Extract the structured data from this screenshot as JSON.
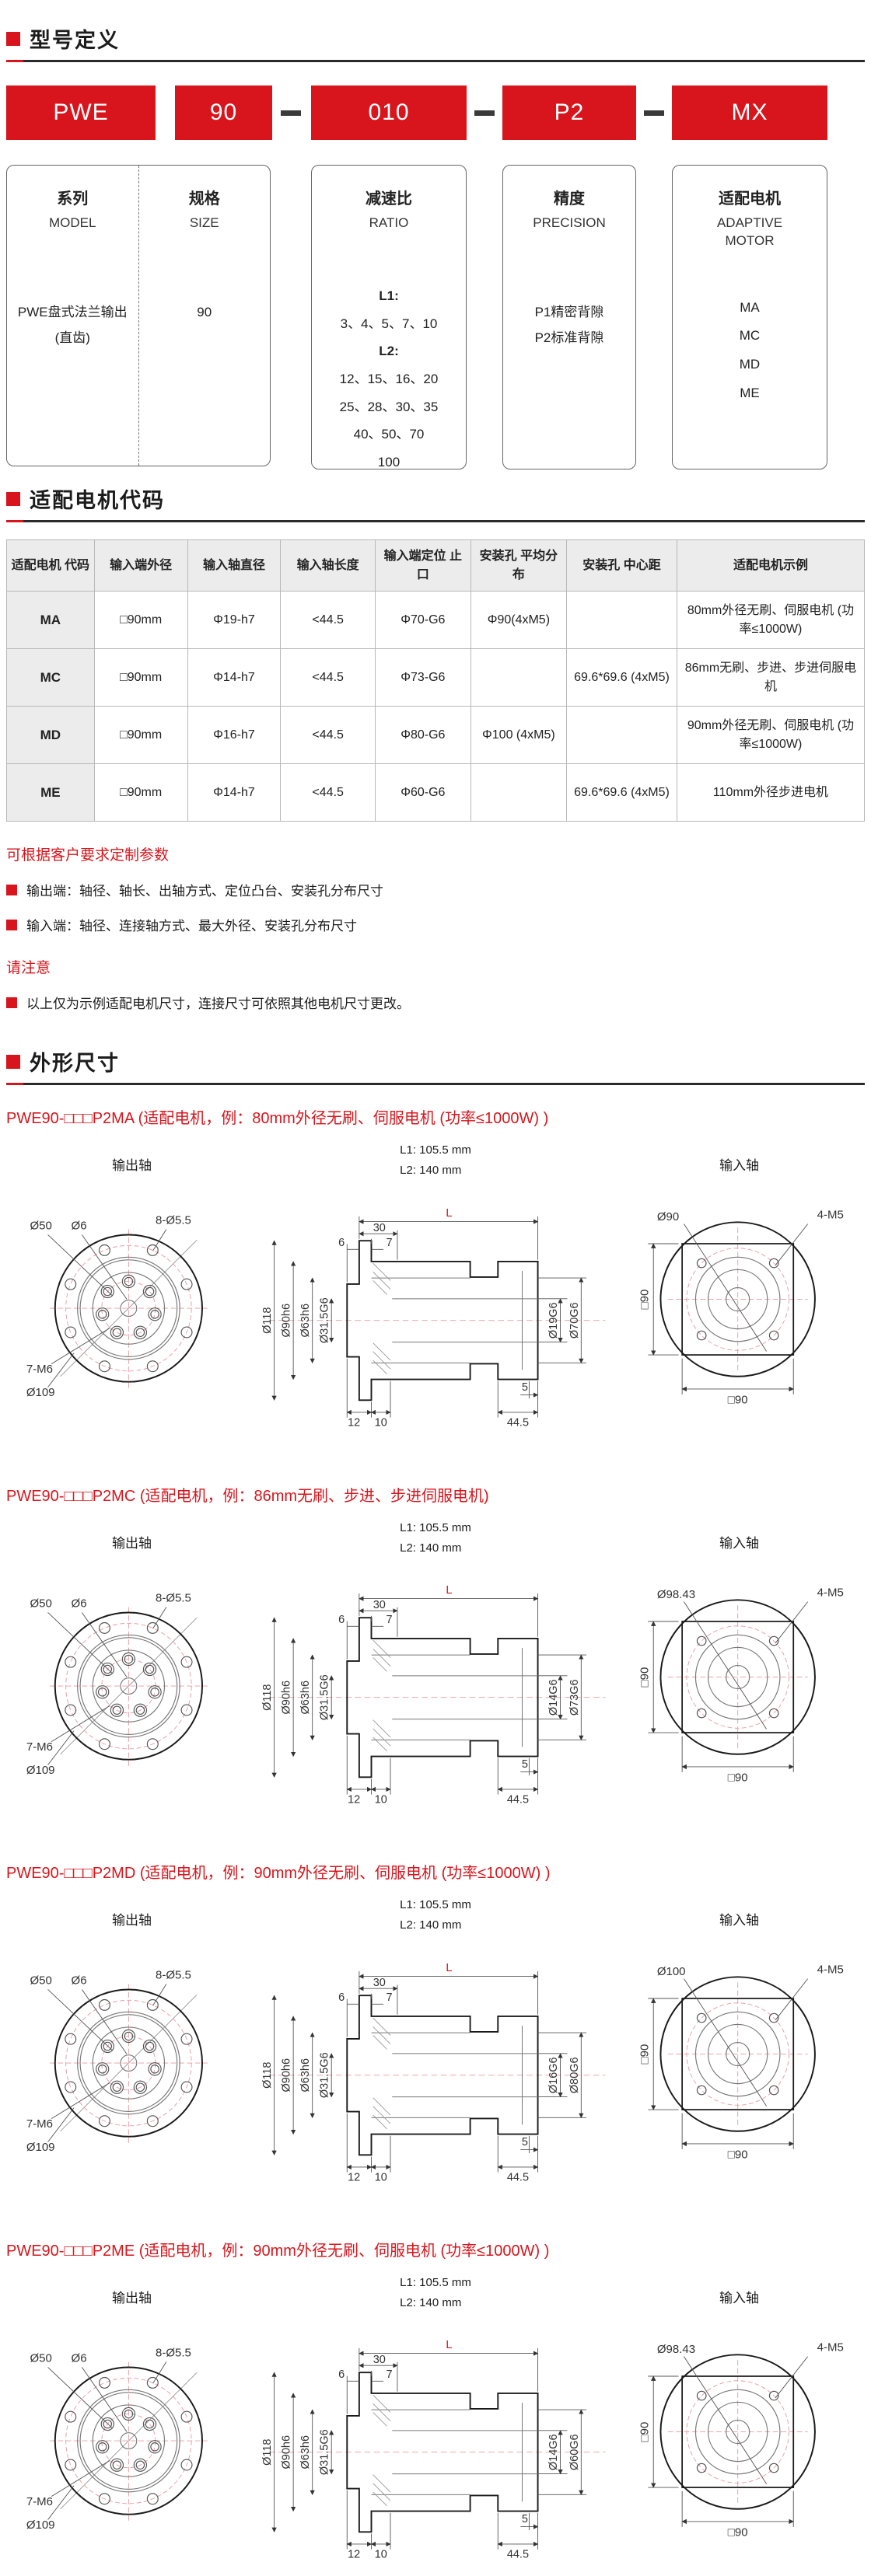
{
  "sections": {
    "model_def": "型号定义",
    "motor_code": "适配电机代码",
    "dimensions": "外形尺寸"
  },
  "model_code": {
    "boxes": [
      "PWE",
      "90",
      "010",
      "P2",
      "MX"
    ],
    "descriptors": [
      {
        "zh": "系列",
        "en": "MODEL",
        "lines": [
          "PWE盘式法兰输出",
          "(直齿)"
        ]
      },
      {
        "zh": "规格",
        "en": "SIZE",
        "lines": [
          "90"
        ]
      },
      {
        "zh": "减速比",
        "en": "RATIO",
        "lines": [
          "L1:",
          "3、4、5、7、10",
          "L2:",
          "12、15、16、20",
          "25、28、30、35",
          "40、50、70",
          "100"
        ]
      },
      {
        "zh": "精度",
        "en": "PRECISION",
        "lines": [
          "P1精密背隙",
          "P2标准背隙"
        ]
      },
      {
        "zh": "适配电机",
        "en": "ADAPTIVE\nMOTOR",
        "lines": [
          "MA",
          "MC",
          "MD",
          "ME"
        ]
      }
    ]
  },
  "motor_table": {
    "headers": [
      "适配电机 代码",
      "输入端外径",
      "输入轴直径",
      "输入轴长度",
      "输入端定位 止口",
      "安装孔 平均分布",
      "安装孔 中心距",
      "适配电机示例"
    ],
    "rows": [
      {
        "code": "MA",
        "od": "□90mm",
        "shaft": "Φ19-h7",
        "len": "<44.5",
        "pilot": "Φ70-G6",
        "dist": "Φ90(4xM5)",
        "center": "",
        "example": "80mm外径无刷、伺服电机 (功率≤1000W)"
      },
      {
        "code": "MC",
        "od": "□90mm",
        "shaft": "Φ14-h7",
        "len": "<44.5",
        "pilot": "Φ73-G6",
        "dist": "",
        "center": "69.6*69.6 (4xM5)",
        "example": "86mm无刷、步进、步进伺服电机"
      },
      {
        "code": "MD",
        "od": "□90mm",
        "shaft": "Φ16-h7",
        "len": "<44.5",
        "pilot": "Φ80-G6",
        "dist": "Φ100 (4xM5)",
        "center": "",
        "example": "90mm外径无刷、伺服电机 (功率≤1000W)"
      },
      {
        "code": "ME",
        "od": "□90mm",
        "shaft": "Φ14-h7",
        "len": "<44.5",
        "pilot": "Φ60-G6",
        "dist": "",
        "center": "69.6*69.6 (4xM5)",
        "example": "110mm外径步进电机"
      }
    ]
  },
  "notes": {
    "custom_title": "可根据客户要求定制参数",
    "items": [
      "输出端：轴径、轴长、出轴方式、定位凸台、安装孔分布尺寸",
      "输入端：轴径、连接轴方式、最大外径、安装孔分布尺寸"
    ],
    "attention_title": "请注意",
    "attention_items": [
      "以上仅为示例适配电机尺寸，连接尺寸可依照其他电机尺寸更改。"
    ]
  },
  "drawings": [
    {
      "title": "PWE90-□□□P2MA (适配电机，例：80mm外径无刷、伺服电机 (功率≤1000W) )",
      "l1": "L1: 105.5 mm",
      "l2": "L2: 140 mm",
      "l_label": "L",
      "output": {
        "label": "输出轴",
        "dia_bolt_circle": "Ø50",
        "dia_center": "Ø6",
        "holes_outer": "8-Ø5.5",
        "holes_inner": "7-M6",
        "dia_outer": "Ø109"
      },
      "section": {
        "dim_top": "30",
        "dim_6": "6",
        "dim_7": "7",
        "dia_flange": "Ø118",
        "dia_body": "Ø90h6",
        "dia_inner": "Ø63h6",
        "dia_bore": "Ø31.5G6",
        "dia_shaft": "Ø19G6",
        "dia_pilot": "Ø70G6",
        "dim_12": "12",
        "dim_10": "10",
        "dim_44": "44.5",
        "dim_5": "5"
      },
      "input": {
        "label": "输入轴",
        "dia_circle": "Ø90",
        "holes": "4-M5",
        "square_side": "□90",
        "square_bottom": "□90"
      }
    },
    {
      "title": "PWE90-□□□P2MC (适配电机，例：86mm无刷、步进、步进伺服电机)",
      "l1": "L1: 105.5 mm",
      "l2": "L2: 140 mm",
      "l_label": "L",
      "output": {
        "label": "输出轴",
        "dia_bolt_circle": "Ø50",
        "dia_center": "Ø6",
        "holes_outer": "8-Ø5.5",
        "holes_inner": "7-M6",
        "dia_outer": "Ø109"
      },
      "section": {
        "dim_top": "30",
        "dim_6": "6",
        "dim_7": "7",
        "dia_flange": "Ø118",
        "dia_body": "Ø90h6",
        "dia_inner": "Ø63h6",
        "dia_bore": "Ø31.5G6",
        "dia_shaft": "Ø14G6",
        "dia_pilot": "Ø73G6",
        "dim_12": "12",
        "dim_10": "10",
        "dim_44": "44.5",
        "dim_5": "5"
      },
      "input": {
        "label": "输入轴",
        "dia_circle": "Ø98.43",
        "holes": "4-M5",
        "square_side": "□90",
        "square_bottom": "□90"
      }
    },
    {
      "title": "PWE90-□□□P2MD (适配电机，例：90mm外径无刷、伺服电机 (功率≤1000W) )",
      "l1": "L1: 105.5 mm",
      "l2": "L2: 140 mm",
      "l_label": "L",
      "output": {
        "label": "输出轴",
        "dia_bolt_circle": "Ø50",
        "dia_center": "Ø6",
        "holes_outer": "8-Ø5.5",
        "holes_inner": "7-M6",
        "dia_outer": "Ø109"
      },
      "section": {
        "dim_top": "30",
        "dim_6": "6",
        "dim_7": "7",
        "dia_flange": "Ø118",
        "dia_body": "Ø90h6",
        "dia_inner": "Ø63h6",
        "dia_bore": "Ø31.5G6",
        "dia_shaft": "Ø16G6",
        "dia_pilot": "Ø80G6",
        "dim_12": "12",
        "dim_10": "10",
        "dim_44": "44.5",
        "dim_5": "5"
      },
      "input": {
        "label": "输入轴",
        "dia_circle": "Ø100",
        "holes": "4-M5",
        "square_side": "□90",
        "square_bottom": "□90"
      }
    },
    {
      "title": "PWE90-□□□P2ME (适配电机，例：90mm外径无刷、伺服电机 (功率≤1000W) )",
      "l1": "L1: 105.5 mm",
      "l2": "L2: 140 mm",
      "l_label": "L",
      "output": {
        "label": "输出轴",
        "dia_bolt_circle": "Ø50",
        "dia_center": "Ø6",
        "holes_outer": "8-Ø5.5",
        "holes_inner": "7-M6",
        "dia_outer": "Ø109"
      },
      "section": {
        "dim_top": "30",
        "dim_6": "6",
        "dim_7": "7",
        "dia_flange": "Ø118",
        "dia_body": "Ø90h6",
        "dia_inner": "Ø63h6",
        "dia_bore": "Ø31.5G6",
        "dia_shaft": "Ø14G6",
        "dia_pilot": "Ø60G6",
        "dim_12": "12",
        "dim_10": "10",
        "dim_44": "44.5",
        "dim_5": "5"
      },
      "input": {
        "label": "输入轴",
        "dia_circle": "Ø98.43",
        "holes": "4-M5",
        "square_side": "□90",
        "square_bottom": "□90"
      }
    }
  ]
}
